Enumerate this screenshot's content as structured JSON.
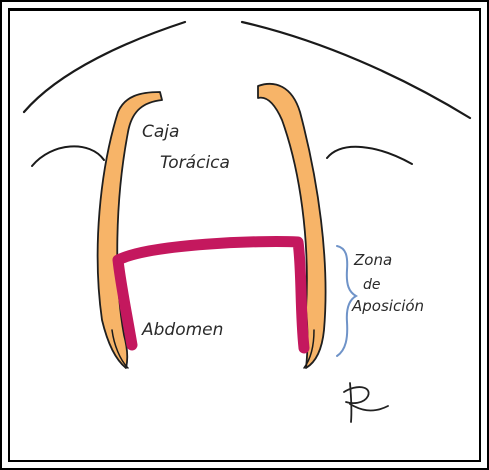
{
  "labels": {
    "rib_cage": [
      "Caja",
      "Torácica"
    ],
    "abdomen": "Abdomen",
    "apposition_zone": [
      "Zona",
      "de",
      "Aposición"
    ]
  },
  "colors": {
    "ribs": "#f7b468",
    "ribs_outline": "#1f1f1f",
    "diaphragm": "#c4185e",
    "bracket": "#6f93c8",
    "line": "#1a1a1a"
  },
  "icons": {
    "signature": "artist-signature"
  }
}
